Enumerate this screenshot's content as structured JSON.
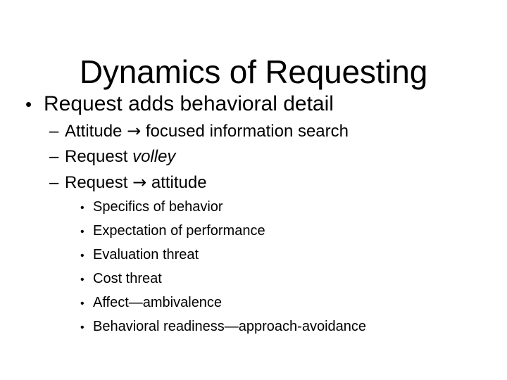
{
  "slide": {
    "title": "Dynamics of Requesting",
    "background_color": "#ffffff",
    "text_color": "#000000",
    "markers": {
      "level1_bullet": "•",
      "level2_dash": "–",
      "level3_bullet": "•",
      "arrow": "→"
    },
    "bullets": {
      "level1": {
        "text": "Request adds behavioral detail"
      },
      "level2": [
        {
          "pre": "Attitude",
          "arrow": "→",
          "post": "focused information search"
        },
        {
          "pre": "Request",
          "italic": "volley"
        },
        {
          "pre": "Request",
          "arrow": "→",
          "post": "attitude"
        }
      ],
      "level3": [
        {
          "text": "Specifics of behavior"
        },
        {
          "text": "Expectation of performance"
        },
        {
          "text": "Evaluation threat"
        },
        {
          "text": "Cost threat"
        },
        {
          "text": "Affect—ambivalence"
        },
        {
          "text": "Behavioral readiness—approach-avoidance"
        }
      ]
    }
  }
}
